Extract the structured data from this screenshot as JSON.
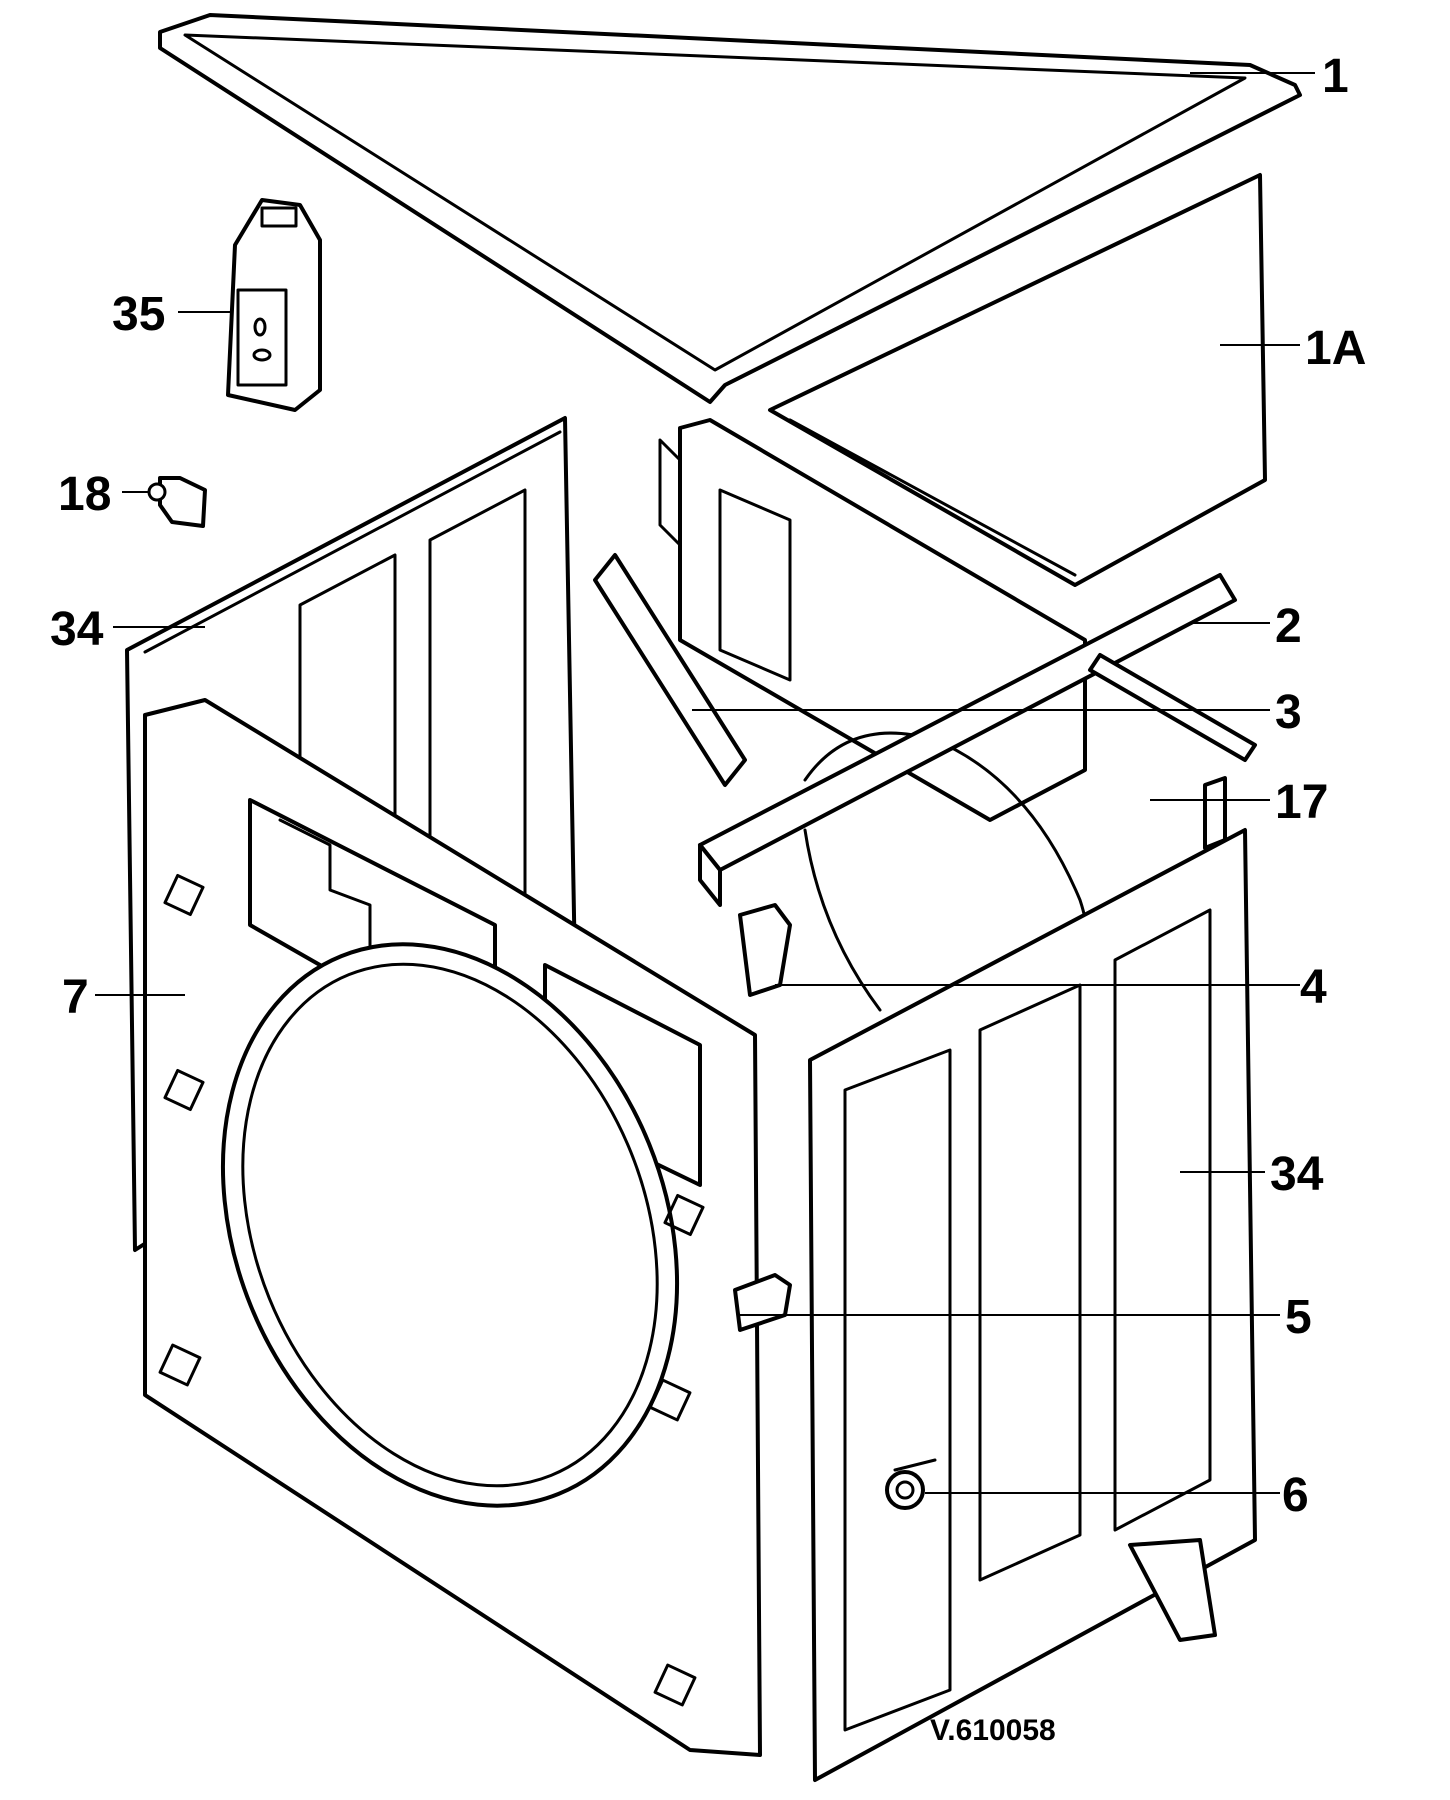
{
  "diagram": {
    "reference_code": "V.610058",
    "callouts": {
      "c1": "1",
      "c1a": "1A",
      "c2": "2",
      "c3": "3",
      "c4": "4",
      "c5": "5",
      "c6": "6",
      "c7": "7",
      "c17": "17",
      "c18": "18",
      "c34_left": "34",
      "c34_right": "34",
      "c35": "35"
    },
    "colors": {
      "line": "#000000",
      "background": "#ffffff"
    }
  }
}
